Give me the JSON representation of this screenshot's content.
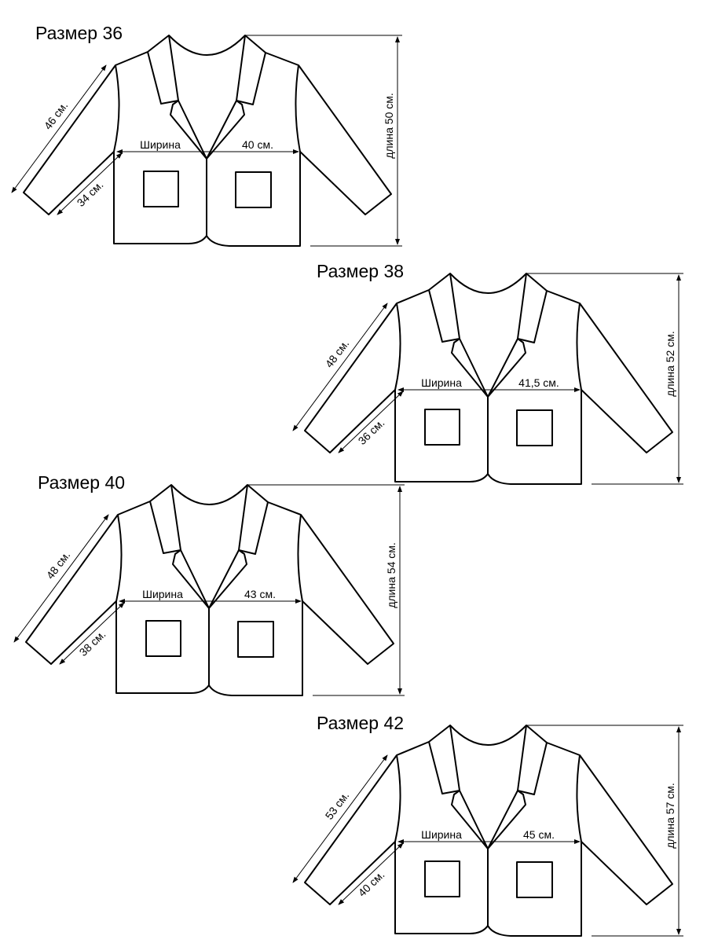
{
  "jackets": [
    {
      "title": "Размер 36",
      "sleeve_length": "46 см.",
      "sleeve_inner": "34 см.",
      "width_label": "Ширина",
      "width_value": "40 см.",
      "length": "длина 50 см."
    },
    {
      "title": "Размер 38",
      "sleeve_length": "48 см.",
      "sleeve_inner": "36 см.",
      "width_label": "Ширина",
      "width_value": "41,5 см.",
      "length": "длина 52 см."
    },
    {
      "title": "Размер 40",
      "sleeve_length": "48 см.",
      "sleeve_inner": "38 см.",
      "width_label": "Ширина",
      "width_value": "43 см.",
      "length": "длина 54 см."
    },
    {
      "title": "Размер 42",
      "sleeve_length": "53 см.",
      "sleeve_inner": "40 см.",
      "width_label": "Ширина",
      "width_value": "45 см.",
      "length": "длина 57 см."
    }
  ]
}
